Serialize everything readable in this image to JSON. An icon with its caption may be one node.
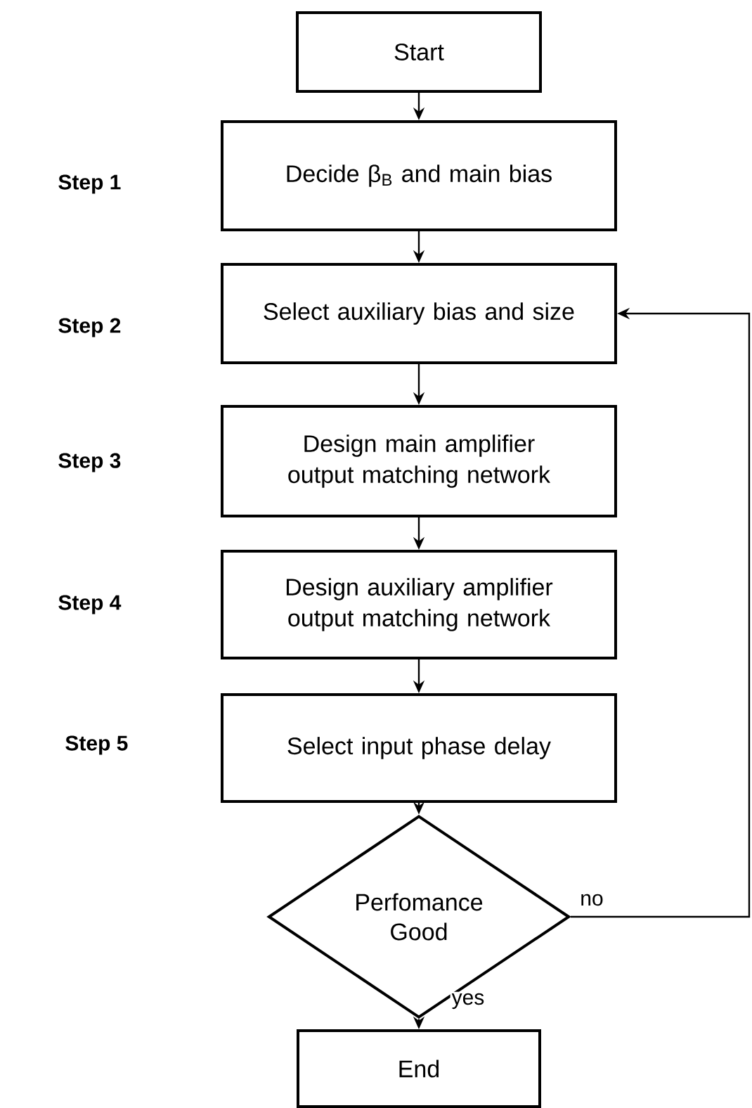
{
  "diagram": {
    "nodes": [
      {
        "text": [
          "Start"
        ]
      },
      {
        "text": [
          "Decide β$_{B}$ and main bias"
        ]
      },
      {
        "text": [
          "Select auxiliary bias and size"
        ]
      },
      {
        "text": [
          "Design main amplifier output matching network"
        ]
      },
      {
        "text": [
          "Design auxiliary amplifier output matching network"
        ]
      },
      {
        "text": [
          "Select input phase delay"
        ]
      },
      {
        "text": [
          "Perfomance Good"
        ]
      },
      {
        "text": [
          "End"
        ]
      }
    ],
    "edges": [
      {
        "from": 0,
        "to": 1,
        "arrow": "to"
      },
      {
        "from": 1,
        "to": 2,
        "arrow": "to"
      },
      {
        "from": 2,
        "to": 3,
        "arrow": "to"
      },
      {
        "from": 3,
        "to": 4,
        "arrow": "to"
      },
      {
        "from": 4,
        "to": 5,
        "arrow": "to"
      },
      {
        "from": 5,
        "to": 6,
        "arrow": "to"
      },
      {
        "from": 6,
        "to": 7,
        "arrow": "to",
        "label": "yes"
      },
      {
        "from": 6,
        "to": 2,
        "arrow": "to",
        "label": "no"
      }
    ],
    "labels": [
      "Step 1",
      "Step 2",
      "Step 3",
      "Step 4",
      "Step 5"
    ]
  }
}
